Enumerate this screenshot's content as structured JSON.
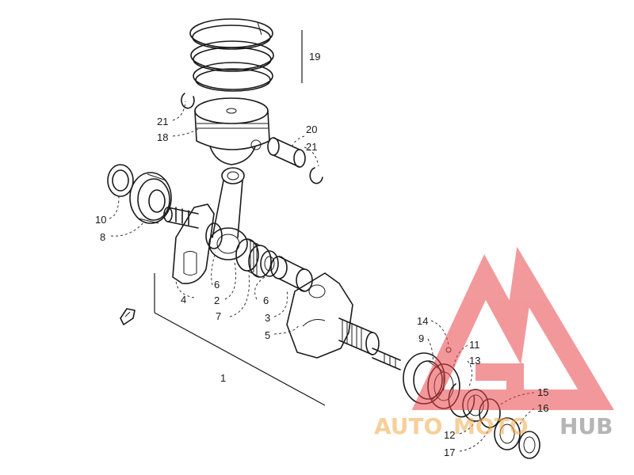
{
  "labels": {
    "l19": "19",
    "l21a": "21",
    "l18": "18",
    "l20": "20",
    "l21b": "21",
    "l10": "10",
    "l8": "8",
    "l6a": "6",
    "l2": "2",
    "l7": "7",
    "l4": "4",
    "l6b": "6",
    "l3": "3",
    "l5": "5",
    "l14": "14",
    "l9": "9",
    "l11": "11",
    "l13": "13",
    "l1": "1",
    "l15": "15",
    "l16": "16",
    "l12": "12",
    "l17": "17"
  },
  "watermark": {
    "text_a": "AUTO",
    "text_b": "MOTO",
    "text_c": "HUB",
    "color_red": "#e8454a",
    "color_orange": "#f2a84a",
    "color_gray": "#7a7a7a"
  }
}
